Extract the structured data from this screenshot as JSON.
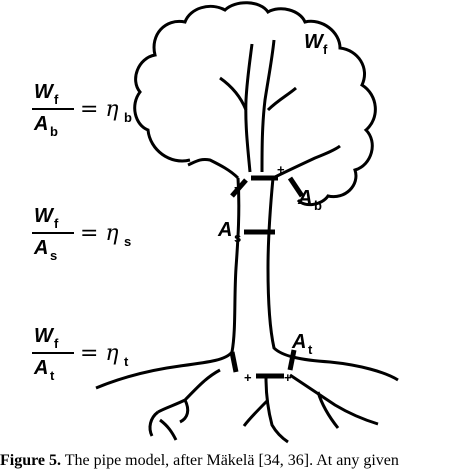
{
  "labels": {
    "wf": "W",
    "wf_sub": "f",
    "ab": "A",
    "ab_sub": "b",
    "as": "A",
    "as_sub": "s",
    "at": "A",
    "at_sub": "t",
    "plus": "+"
  },
  "equations": [
    {
      "num": "W",
      "num_sub": "f",
      "den": "A",
      "den_sub": "b",
      "rhs": "= η",
      "rhs_sub": "b"
    },
    {
      "num": "W",
      "num_sub": "f",
      "den": "A",
      "den_sub": "s",
      "rhs": "= η",
      "rhs_sub": "s"
    },
    {
      "num": "W",
      "num_sub": "f",
      "den": "A",
      "den_sub": "t",
      "rhs": "= η",
      "rhs_sub": "t"
    }
  ],
  "caption": {
    "label": "Figure 5.",
    "text": " The pipe model, after Mäkelä [34, 36]. At any given"
  }
}
